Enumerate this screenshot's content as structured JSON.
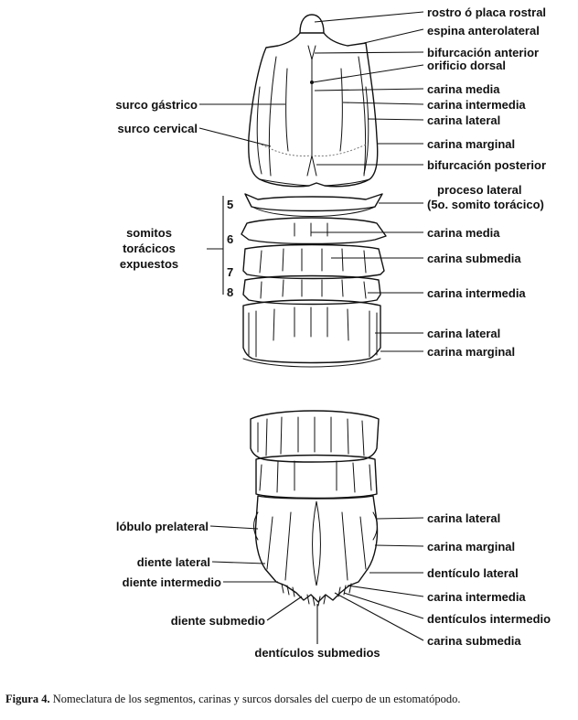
{
  "figure": {
    "caption_label": "Figura 4.",
    "caption_text": " Nomeclatura de los segmentos, carinas y surcos dorsales del cuerpo de un estomatópodo."
  },
  "top_labels": {
    "rostro": "rostro ó placa rostral",
    "espina_anterolateral": "espina anterolateral",
    "bifurcacion_anterior": "bifurcación anterior",
    "orificio_dorsal": "orificio dorsal",
    "carina_media_1": "carina media",
    "carina_intermedia_1": "carina intermedia",
    "carina_lateral_1": "carina lateral",
    "carina_marginal_1": "carina marginal",
    "bifurcacion_posterior": "bifurcación posterior",
    "proceso_lateral_1": "proceso lateral",
    "proceso_lateral_2": "(5o. somito torácico)",
    "carina_media_2": "carina media",
    "carina_submedia_1": "carina submedia",
    "carina_intermedia_2": "carina intermedia",
    "carina_lateral_2": "carina lateral",
    "carina_marginal_2": "carina marginal",
    "surco_gastrico": "surco gástrico",
    "surco_cervical": "surco cervical",
    "somitos_1": "somitos",
    "somitos_2": "torácicos",
    "somitos_3": "expuestos"
  },
  "somite_numbers": [
    "5",
    "6",
    "7",
    "8"
  ],
  "bottom_labels": {
    "carina_lateral": "carina lateral",
    "carina_marginal": "carina marginal",
    "denticulo_lateral": "dentículo lateral",
    "carina_intermedia": "carina intermedia",
    "denticulos_intermedio": "dentículos intermedio",
    "carina_submedia": "carina submedia",
    "lobulo_prelateral": "lóbulo prelateral",
    "diente_lateral": "diente lateral",
    "diente_intermedio": "diente intermedio",
    "diente_submedio": "diente submedio",
    "denticulos_submedios": "dentículos submedios"
  }
}
